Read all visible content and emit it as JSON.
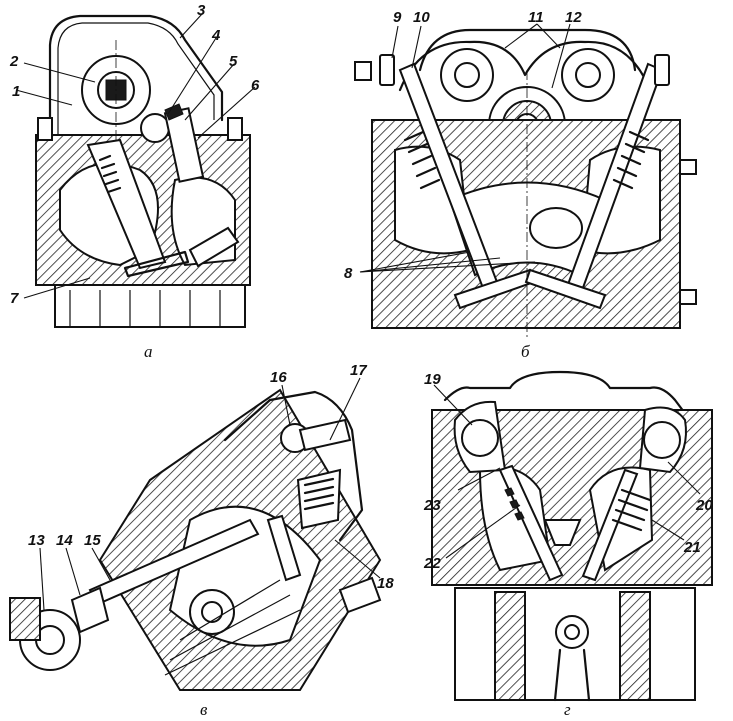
{
  "labels": {
    "l1": "1",
    "l2": "2",
    "l3": "3",
    "l4": "4",
    "l5": "5",
    "l6": "6",
    "l7": "7",
    "l8": "8",
    "l9": "9",
    "l10": "10",
    "l11": "11",
    "l12": "12",
    "l13": "13",
    "l14": "14",
    "l15": "15",
    "l16": "16",
    "l17": "17",
    "l18": "18",
    "l19": "19",
    "l20": "20",
    "l21": "21",
    "l22": "22",
    "l23": "23"
  },
  "captions": {
    "a": "а",
    "b": "б",
    "v": "в",
    "g": "г"
  }
}
